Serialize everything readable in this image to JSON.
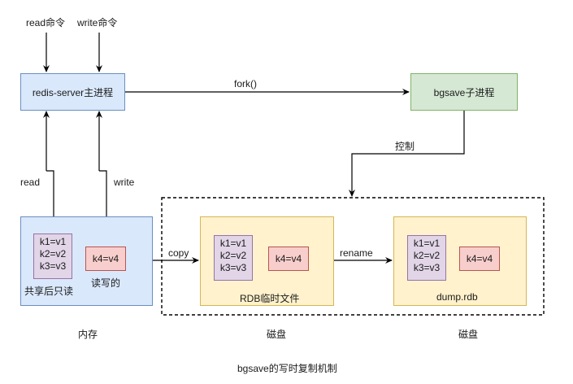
{
  "commands": {
    "read": "read命令",
    "write": "write命令"
  },
  "main_process": "redis-server主进程",
  "child_process": "bgsave子进程",
  "edges": {
    "fork": "fork()",
    "control": "控制",
    "read": "read",
    "write": "write",
    "copy": "copy",
    "rename": "rename"
  },
  "memory": {
    "shared": [
      "k1=v1",
      "k2=v2",
      "k3=v3"
    ],
    "shared_label": "共享后只读",
    "written": "k4=v4",
    "written_label": "读写的"
  },
  "rdb_temp": {
    "items": [
      "k1=v1",
      "k2=v2",
      "k3=v3"
    ],
    "extra": "k4=v4",
    "label": "RDB临时文件"
  },
  "dump": {
    "items": [
      "k1=v1",
      "k2=v2",
      "k3=v3"
    ],
    "extra": "k4=v4",
    "label": "dump.rdb"
  },
  "section_labels": {
    "memory": "内存",
    "disk1": "磁盘",
    "disk2": "磁盘"
  },
  "caption": "bgsave的写时复制机制",
  "colors": {
    "blue_fill": "#dae8fc",
    "green_fill": "#d5e8d4",
    "yellow_fill": "#fff2cc",
    "purple_fill": "#e1d5e7",
    "red_fill": "#f8cecc"
  }
}
